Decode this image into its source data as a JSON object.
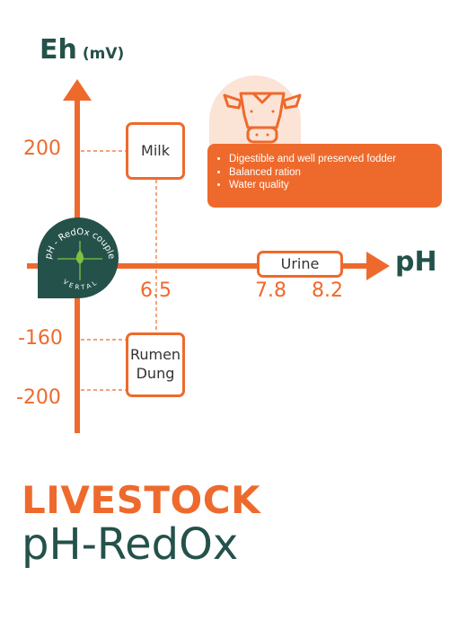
{
  "axes": {
    "y_label": "Eh",
    "y_unit": "(mV)",
    "x_label": "pH",
    "y_ticks": [
      "200",
      "-160",
      "-200"
    ],
    "x_ticks": [
      "6.5",
      "7.8",
      "8.2"
    ]
  },
  "items": {
    "milk": "Milk",
    "urine": "Urine",
    "rumen": "Rumen",
    "dung": "Dung"
  },
  "badge": {
    "text": "pH - RedOx couple",
    "brand": "VERTAL"
  },
  "info": {
    "bullets": [
      "Digestible and well preserved fodder",
      "Balanced ration",
      "Water quality"
    ]
  },
  "title": {
    "line1": "LIVESTOCK",
    "line2": "pH-RedOx"
  },
  "colors": {
    "orange": "#ee6a2c",
    "green": "#24524a",
    "peach": "#fbe3d6"
  }
}
